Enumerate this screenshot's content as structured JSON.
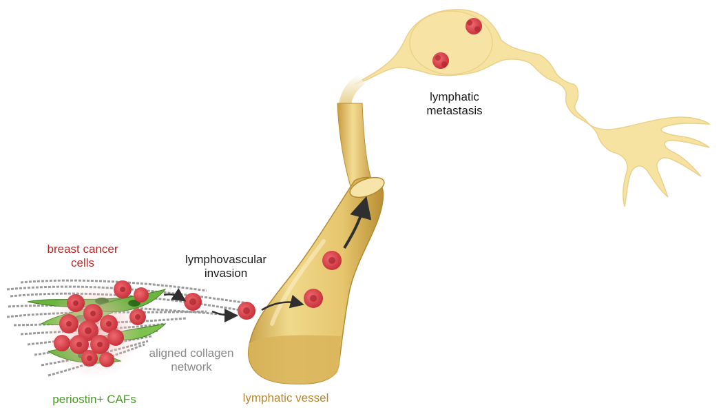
{
  "labels": {
    "breast_cancer_cells": {
      "line1": "breast cancer",
      "line2": "cells"
    },
    "lymphovascular_invasion": {
      "line1": "lymphovascular",
      "line2": "invasion"
    },
    "aligned_collagen_network": {
      "line1": "aligned collagen",
      "line2": "network"
    },
    "periostin_cafs": "periostin+ CAFs",
    "lymphatic_vessel": "lymphatic vessel",
    "lymphatic_metastasis": {
      "line1": "lymphatic",
      "line2": "metastasis"
    }
  },
  "colors": {
    "cancer_label": "#b32a2a",
    "caf_label": "#4c9a2a",
    "collagen_label": "#8a8a8a",
    "vessel_label": "#b8862f",
    "text_dark": "#1a1a1a",
    "cancer_cell": "#d9434b",
    "caf_cell": "#6cb33f",
    "vessel_fill": "#e2c36a",
    "lymph_fill": "#f6e5a8"
  }
}
